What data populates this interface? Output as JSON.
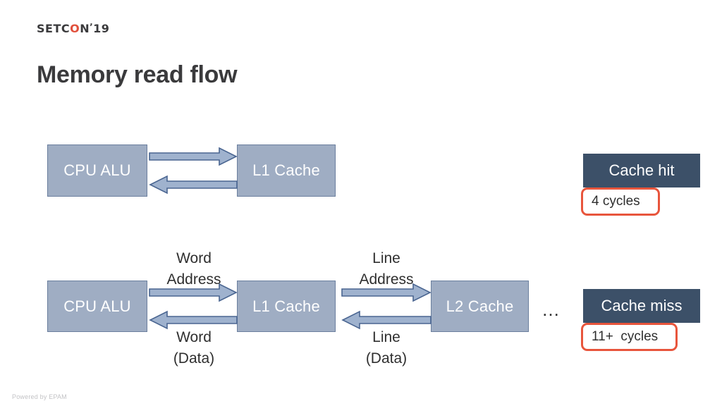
{
  "slide": {
    "title": "Memory read flow",
    "footer": "Powered by EPAM",
    "background": "#ffffff"
  },
  "logo": {
    "part1": "SETC",
    "accent_letter": "O",
    "part2": "N",
    "tick": "ʼ",
    "year": "19",
    "accent_color": "#e1503c",
    "text_color": "#3a3a3c"
  },
  "colors": {
    "node_fill": "#9fadc3",
    "node_border": "#6b7f9e",
    "arrow_fill": "#9fb2ce",
    "arrow_stroke": "#4a6591",
    "callout_dark": "#3c5068",
    "callout_red_border": "#e8553c",
    "label_text": "#2f2f2f"
  },
  "diagram_hit": {
    "name": "cache-hit-flow",
    "nodes": [
      {
        "id": "cpu-alu",
        "label": "CPU ALU"
      },
      {
        "id": "l1-cache",
        "label": "L1 Cache"
      }
    ],
    "arrows": [
      {
        "id": "cpu-to-l1",
        "direction": "right",
        "label_top": "",
        "label_bottom": ""
      },
      {
        "id": "l1-to-cpu",
        "direction": "left",
        "label_top": "",
        "label_bottom": ""
      }
    ],
    "callout": {
      "title": "Cache hit",
      "cycles": "4 cycles"
    }
  },
  "diagram_miss": {
    "name": "cache-miss-flow",
    "nodes": [
      {
        "id": "cpu-alu",
        "label": "CPU ALU"
      },
      {
        "id": "l1-cache",
        "label": "L1 Cache"
      },
      {
        "id": "l2-cache",
        "label": "L2 Cache"
      }
    ],
    "ellipsis": "…",
    "labels": {
      "cpu_l1_top_line1": "Word",
      "cpu_l1_top_line2": "Address",
      "cpu_l1_bottom_line1": "Word",
      "cpu_l1_bottom_line2": "(Data)",
      "l1_l2_top_line1": "Line",
      "l1_l2_top_line2": "Address",
      "l1_l2_bottom_line1": "Line",
      "l1_l2_bottom_line2": "(Data)"
    },
    "callout": {
      "title": "Cache miss",
      "cycles": "11+  cycles"
    }
  }
}
